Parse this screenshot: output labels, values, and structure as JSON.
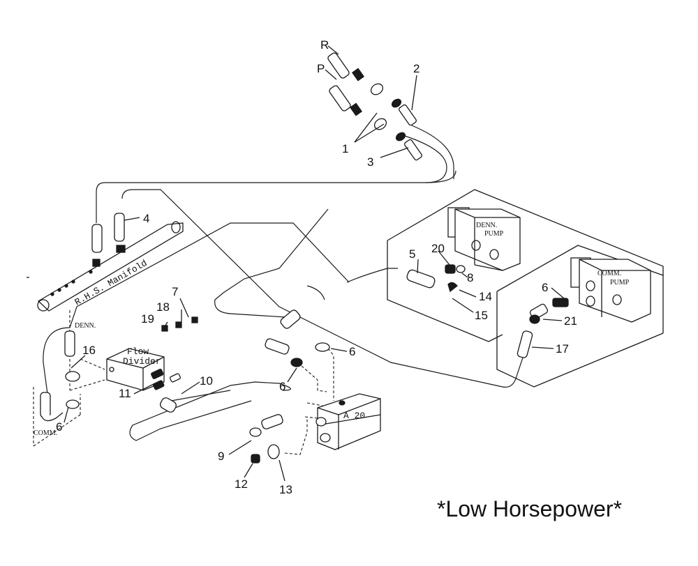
{
  "labels": {
    "port_r": "R",
    "port_p": "P",
    "manifold": "R.H.S. Manifold",
    "denn_pump": [
      "DENN.",
      "PUMP"
    ],
    "comm_pump": [
      "COMM.",
      "PUMP"
    ],
    "flow_divider": [
      "Flow",
      "Divider"
    ],
    "valve_tag": "A 20",
    "denn_tag": "DENN.",
    "comm_tag": "COMM."
  },
  "callouts": {
    "c1": "1",
    "c2": "2",
    "c3": "3",
    "c4": "4",
    "c5": "5",
    "c6a": "6",
    "c6b": "6",
    "c6c": "6",
    "c6d": "6",
    "c7": "7",
    "c8": "8",
    "c9": "9",
    "c10": "10",
    "c11": "11",
    "c12": "12",
    "c13": "13",
    "c14": "14",
    "c15": "15",
    "c16": "16",
    "c17": "17",
    "c18": "18",
    "c19": "19",
    "c20": "20",
    "c21": "21"
  },
  "footer": "*Low Horsepower*"
}
